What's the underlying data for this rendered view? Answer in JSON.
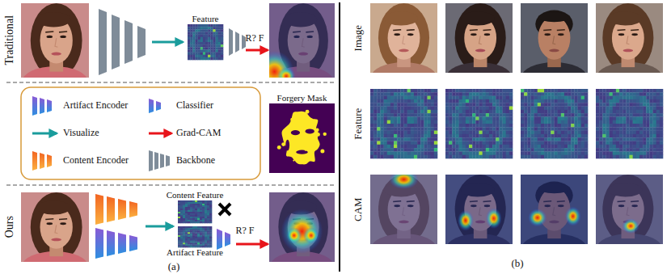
{
  "diagram": {
    "nodes": [
      {
        "text": [
          "Feature"
        ]
      },
      {
        "text": [
          "Forgery Mask"
        ]
      },
      {
        "text": [
          "Content Feature"
        ]
      },
      {
        "text": [
          "Artifact Feature"
        ]
      }
    ],
    "labels": [
      "Traditional",
      "R? F",
      "Ours",
      "R? F",
      "(a)",
      "Image",
      "Feature",
      "CAM",
      "(b)"
    ],
    "legend": [
      {
        "text": "Artifact Encoder"
      },
      {
        "text": "Classifier"
      },
      {
        "text": "Visualize"
      },
      {
        "text": "Grad-CAM"
      },
      {
        "text": "Content Encoder"
      },
      {
        "text": "Backbone"
      }
    ]
  }
}
